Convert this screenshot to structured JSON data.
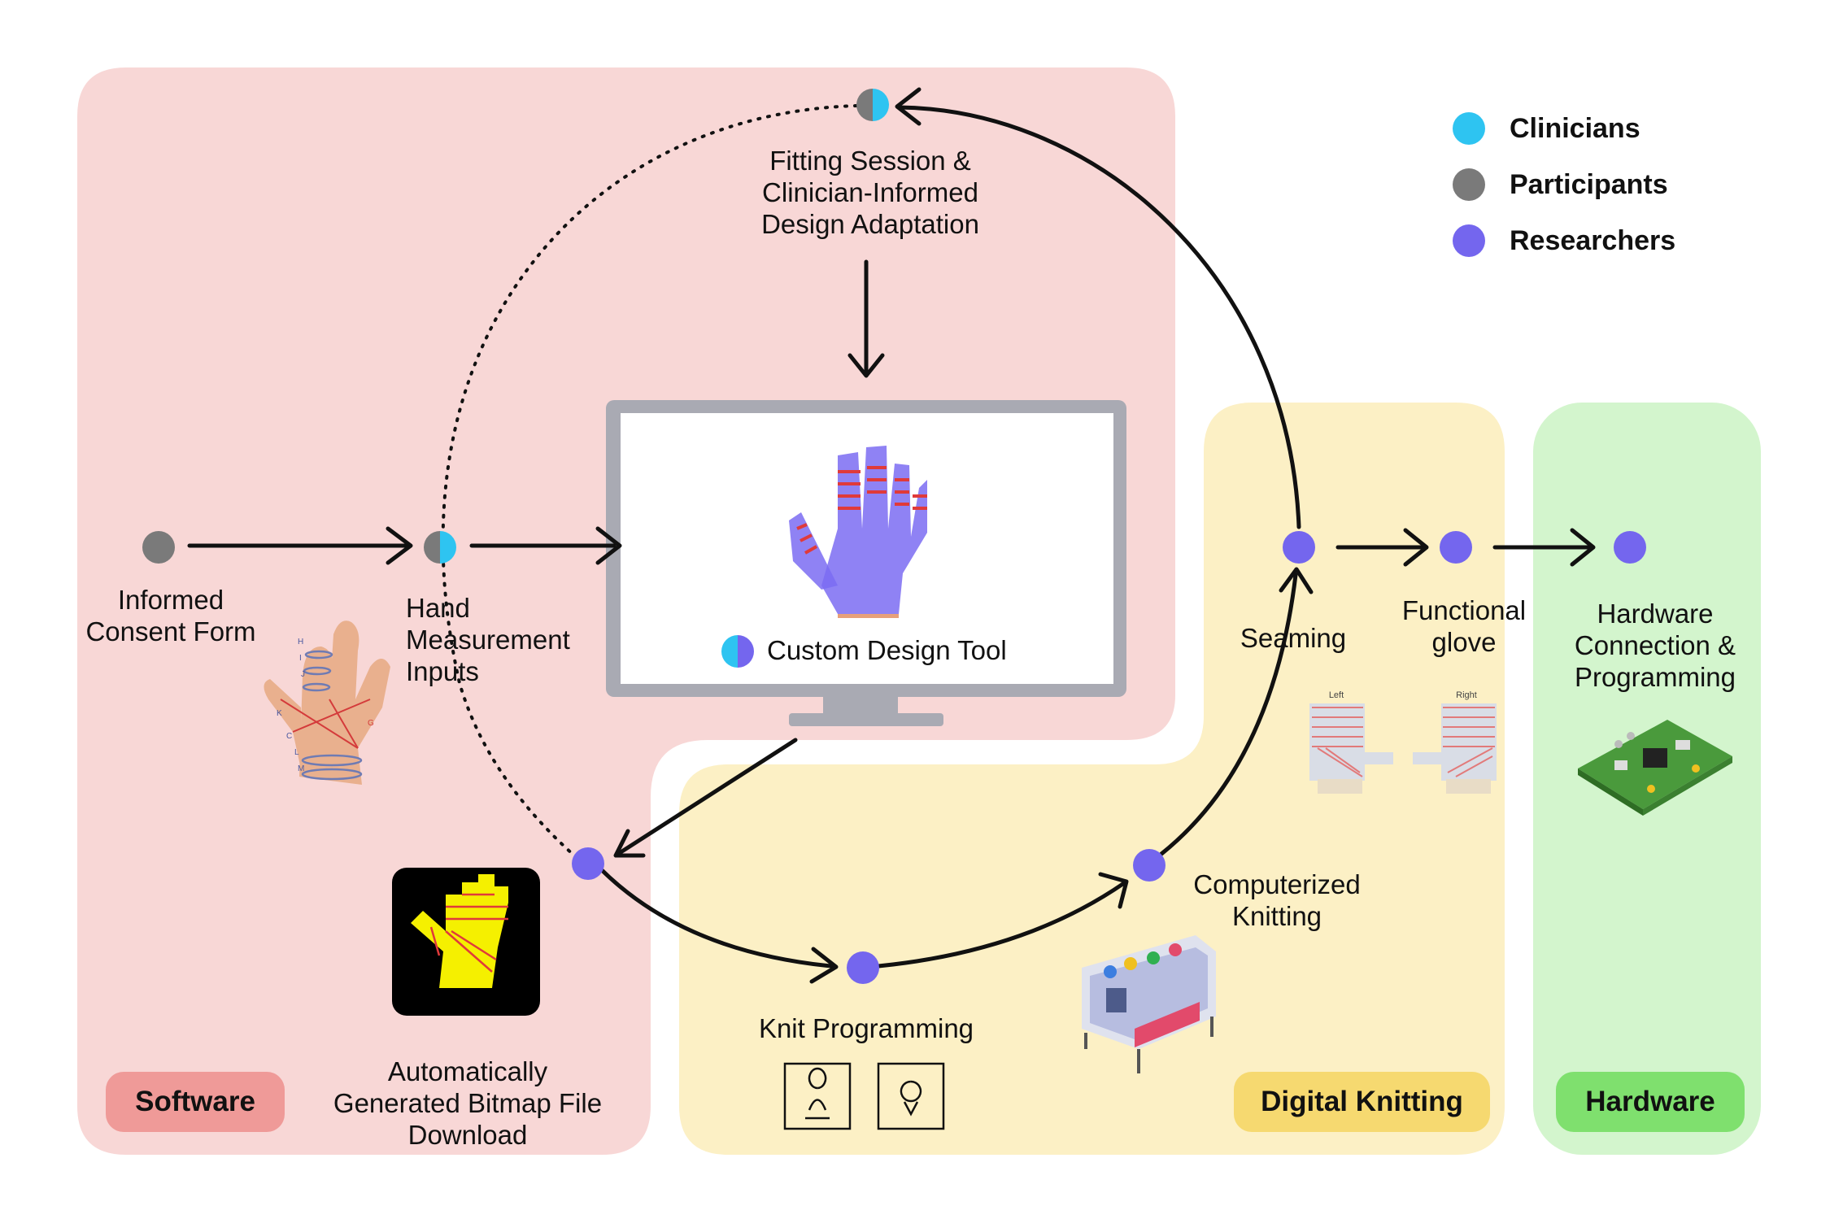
{
  "legend": {
    "items": [
      {
        "label": "Clinicians",
        "color": "#2ec4f1"
      },
      {
        "label": "Participants",
        "color": "#7a7a7a"
      },
      {
        "label": "Researchers",
        "color": "#7466ee"
      }
    ]
  },
  "sections": {
    "software": {
      "label": "Software",
      "bg": "#f8d7d6",
      "badge_color": "#ef9a98"
    },
    "digital_knitting": {
      "label": "Digital Knitting",
      "bg": "#fcf0c5",
      "badge_color": "#f6d970"
    },
    "hardware": {
      "label": "Hardware",
      "bg": "#d3f5cd",
      "badge_color": "#7fe06e"
    }
  },
  "nodes": {
    "consent": {
      "label": [
        "Informed",
        "Consent Form"
      ]
    },
    "hand_measurement": {
      "label": [
        "Hand",
        "Measurement",
        "Inputs"
      ]
    },
    "fitting": {
      "label": [
        "Fitting Session &",
        "Clinician-Informed",
        "Design Adaptation"
      ]
    },
    "design_tool": {
      "label": "Custom Design Tool"
    },
    "bitmap": {
      "label": [
        "Automatically",
        "Generated Bitmap File",
        "Download"
      ]
    },
    "knit_programming": {
      "label": "Knit Programming"
    },
    "computerized_knitting": {
      "label": [
        "Computerized",
        "Knitting"
      ]
    },
    "seaming": {
      "label": "Seaming"
    },
    "functional_glove": {
      "label": [
        "Functional",
        "glove"
      ]
    },
    "hardware_connection": {
      "label": [
        "Hardware",
        "Connection &",
        "Programming"
      ]
    }
  },
  "glove_pattern_labels": {
    "left": "Left",
    "right": "Right"
  },
  "hand_letters": [
    "H",
    "I",
    "J",
    "K",
    "C",
    "L",
    "M",
    "G"
  ]
}
